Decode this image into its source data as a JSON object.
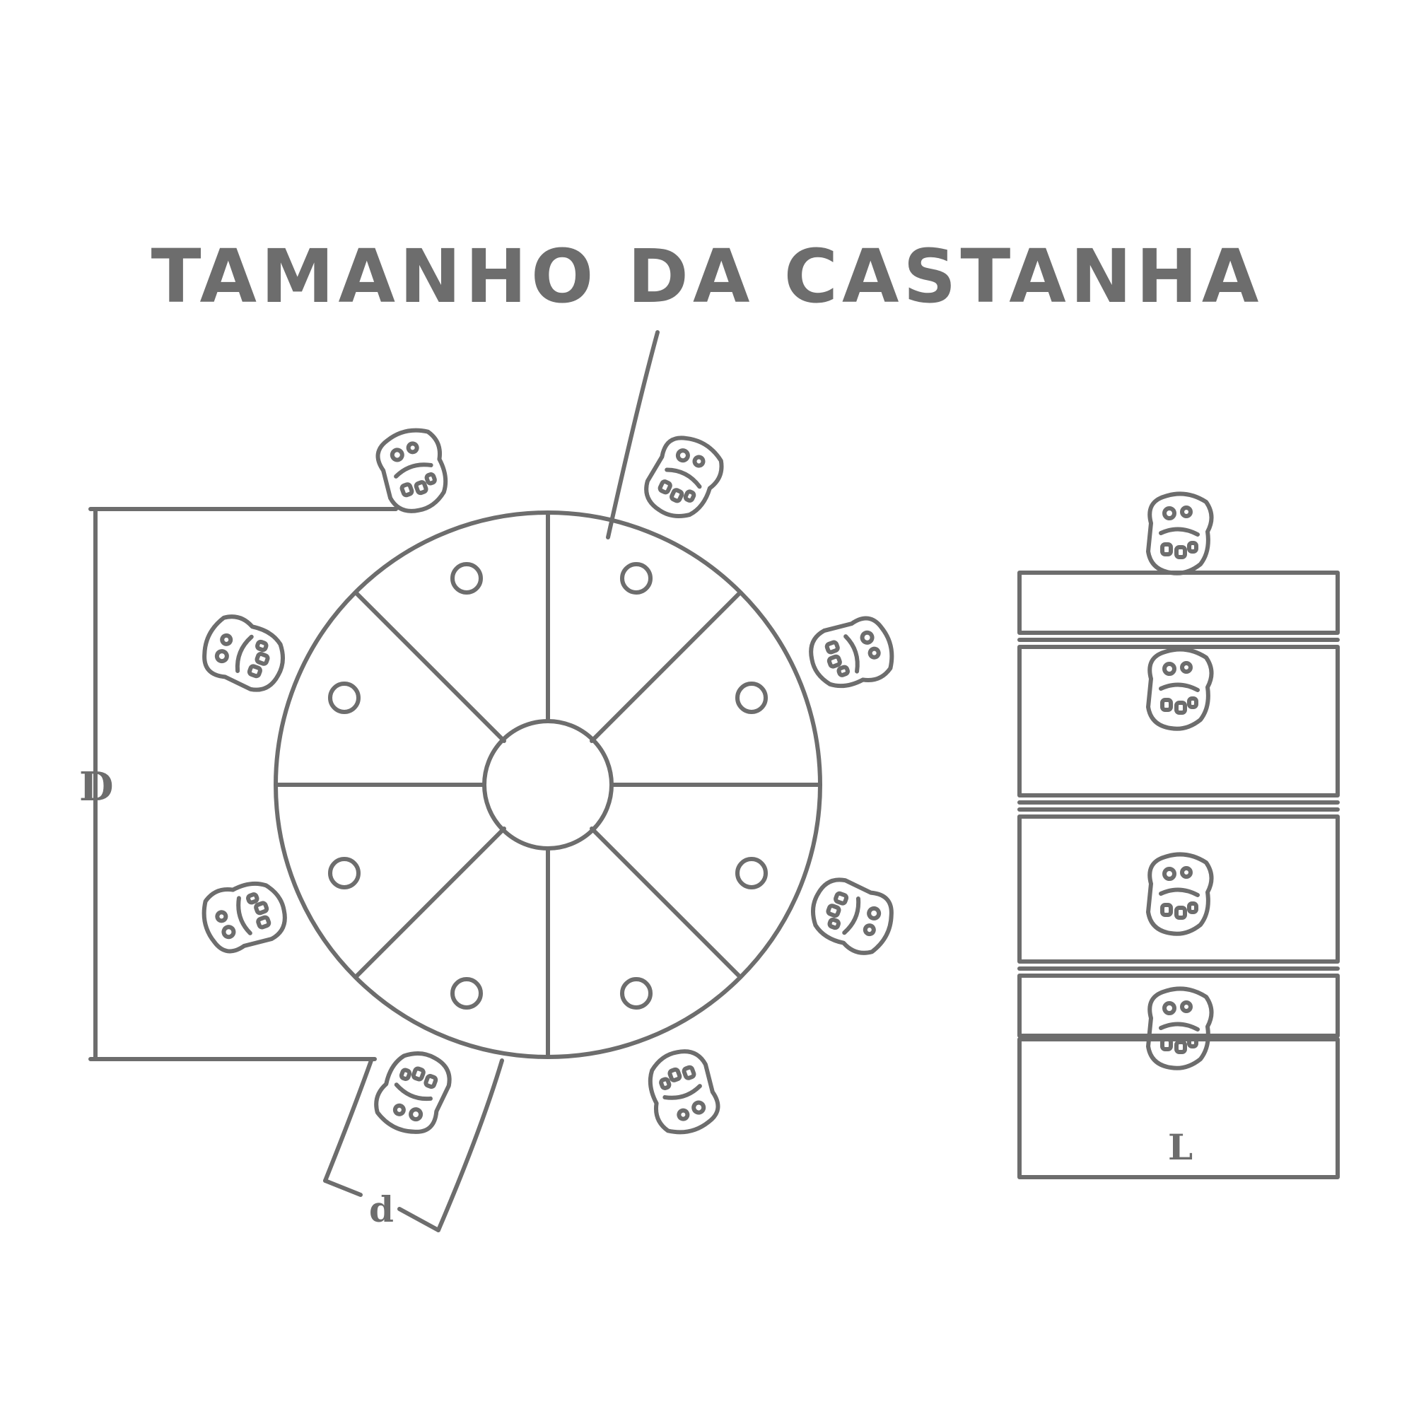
{
  "title": "TAMANHO DA CASTANHA",
  "labels": {
    "outer_diameter": "D",
    "seed_diameter": "d",
    "length": "L"
  },
  "colors": {
    "line": "#6d6d6d",
    "background": "#ffffff"
  },
  "icons": [
    "crab-figure-icon",
    "sector-hole-icon"
  ]
}
